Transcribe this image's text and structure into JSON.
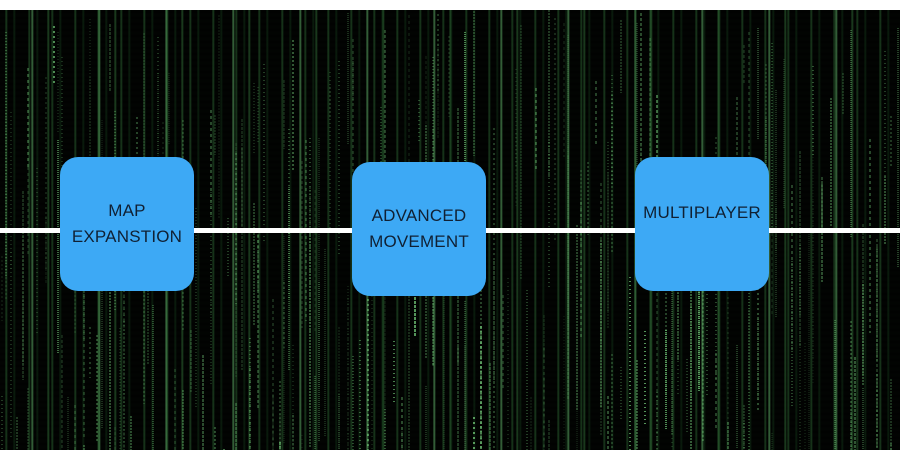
{
  "colors": {
    "background": "#020402",
    "rain_green": "#7ddc84",
    "timeline": "#ffffff",
    "milestone_fill": "#3da9f5",
    "milestone_text": "#102033"
  },
  "milestones": [
    {
      "label": "MAP\nEXPANSTION"
    },
    {
      "label": "ADVANCED\nMOVEMENT"
    },
    {
      "label": "MULTIPLAYER"
    }
  ]
}
